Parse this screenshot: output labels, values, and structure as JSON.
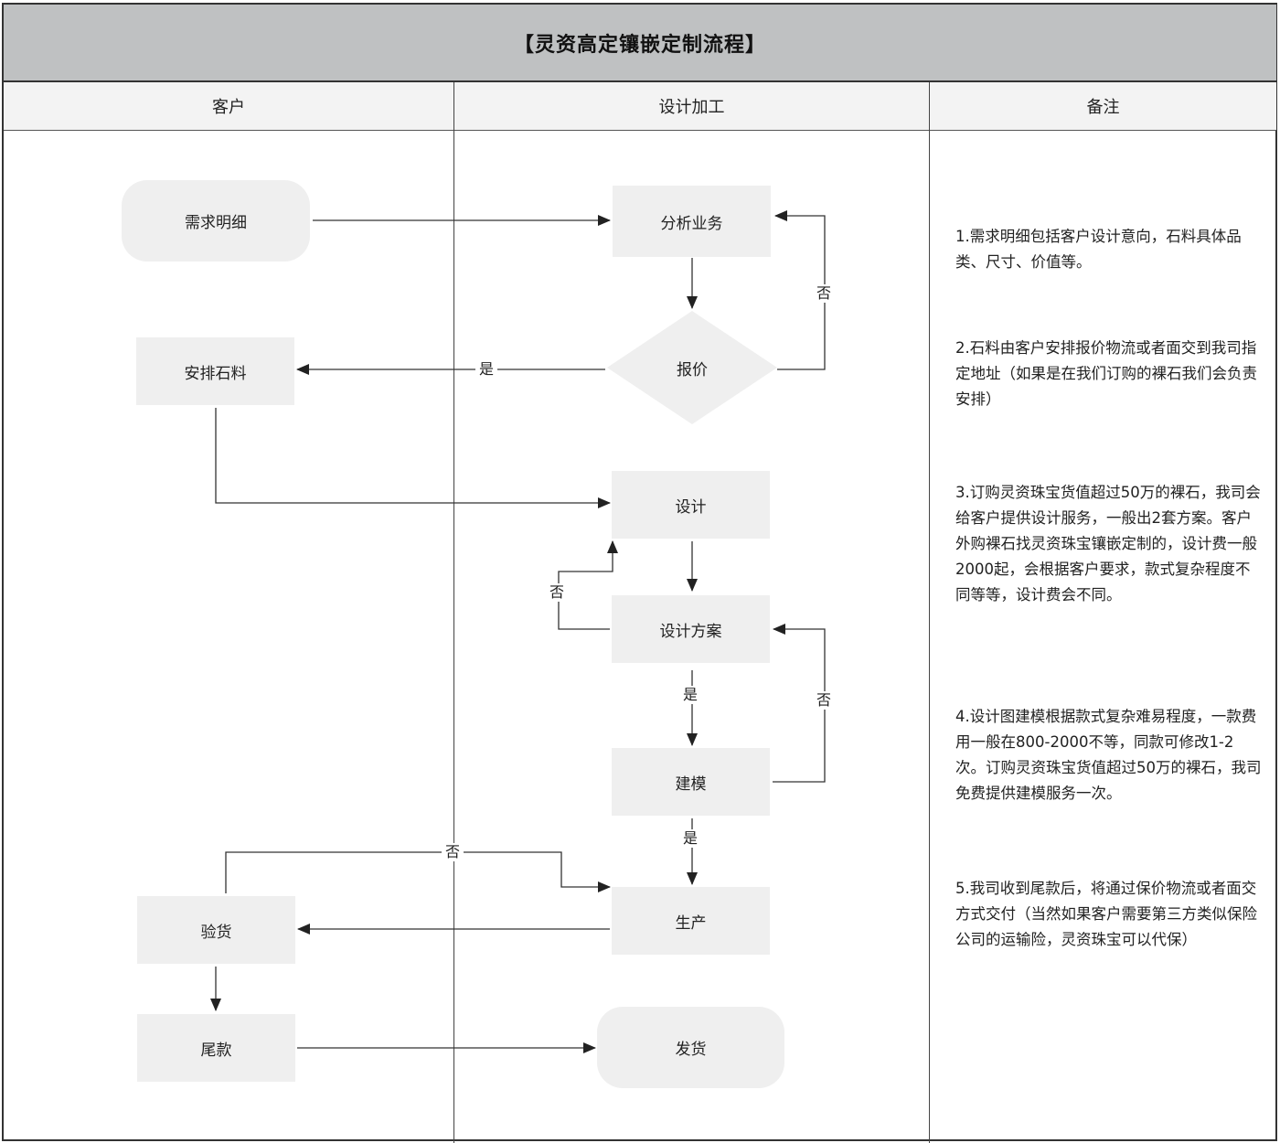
{
  "title": "【灵资高定镶嵌定制流程】",
  "columns": {
    "customer": "客户",
    "design": "设计加工",
    "notes": "备注"
  },
  "nodes": {
    "demand": "需求明细",
    "analysis": "分析业务",
    "quote": "报价",
    "arrange_stone": "安排石料",
    "design": "设计",
    "design_plan": "设计方案",
    "modeling": "建模",
    "production": "生产",
    "inspection": "验货",
    "final_payment": "尾款",
    "shipping": "发货"
  },
  "edge_labels": {
    "quote_no": "否",
    "quote_yes": "是",
    "plan_no": "否",
    "plan_yes": "是",
    "model_no": "否",
    "model_yes": "是",
    "inspect_no": "否"
  },
  "notes": [
    "1.需求明细包括客户设计意向，石料具体品类、尺寸、价值等。",
    "2.石料由客户安排报价物流或者面交到我司指定地址（如果是在我们订购的裸石我们会负责安排）",
    "3.订购灵资珠宝货值超过50万的裸石，我司会给客户提供设计服务，一般出2套方案。客户外购裸石找灵资珠宝镶嵌定制的，设计费一般2000起，会根据客户要求，款式复杂程度不同等等，设计费会不同。",
    "4.设计图建模根据款式复杂难易程度，一款费用一般在800-2000不等，同款可修改1-2次。订购灵资珠宝货值超过50万的裸石，我司免费提供建模服务一次。",
    "5.我司收到尾款后，将通过保价物流或者面交方式交付（当然如果客户需要第三方类似保险公司的运输险，灵资珠宝可以代保）"
  ],
  "colors": {
    "title_bg": "#bfc1c2",
    "node_bg": "#efefef",
    "line": "#333333"
  }
}
